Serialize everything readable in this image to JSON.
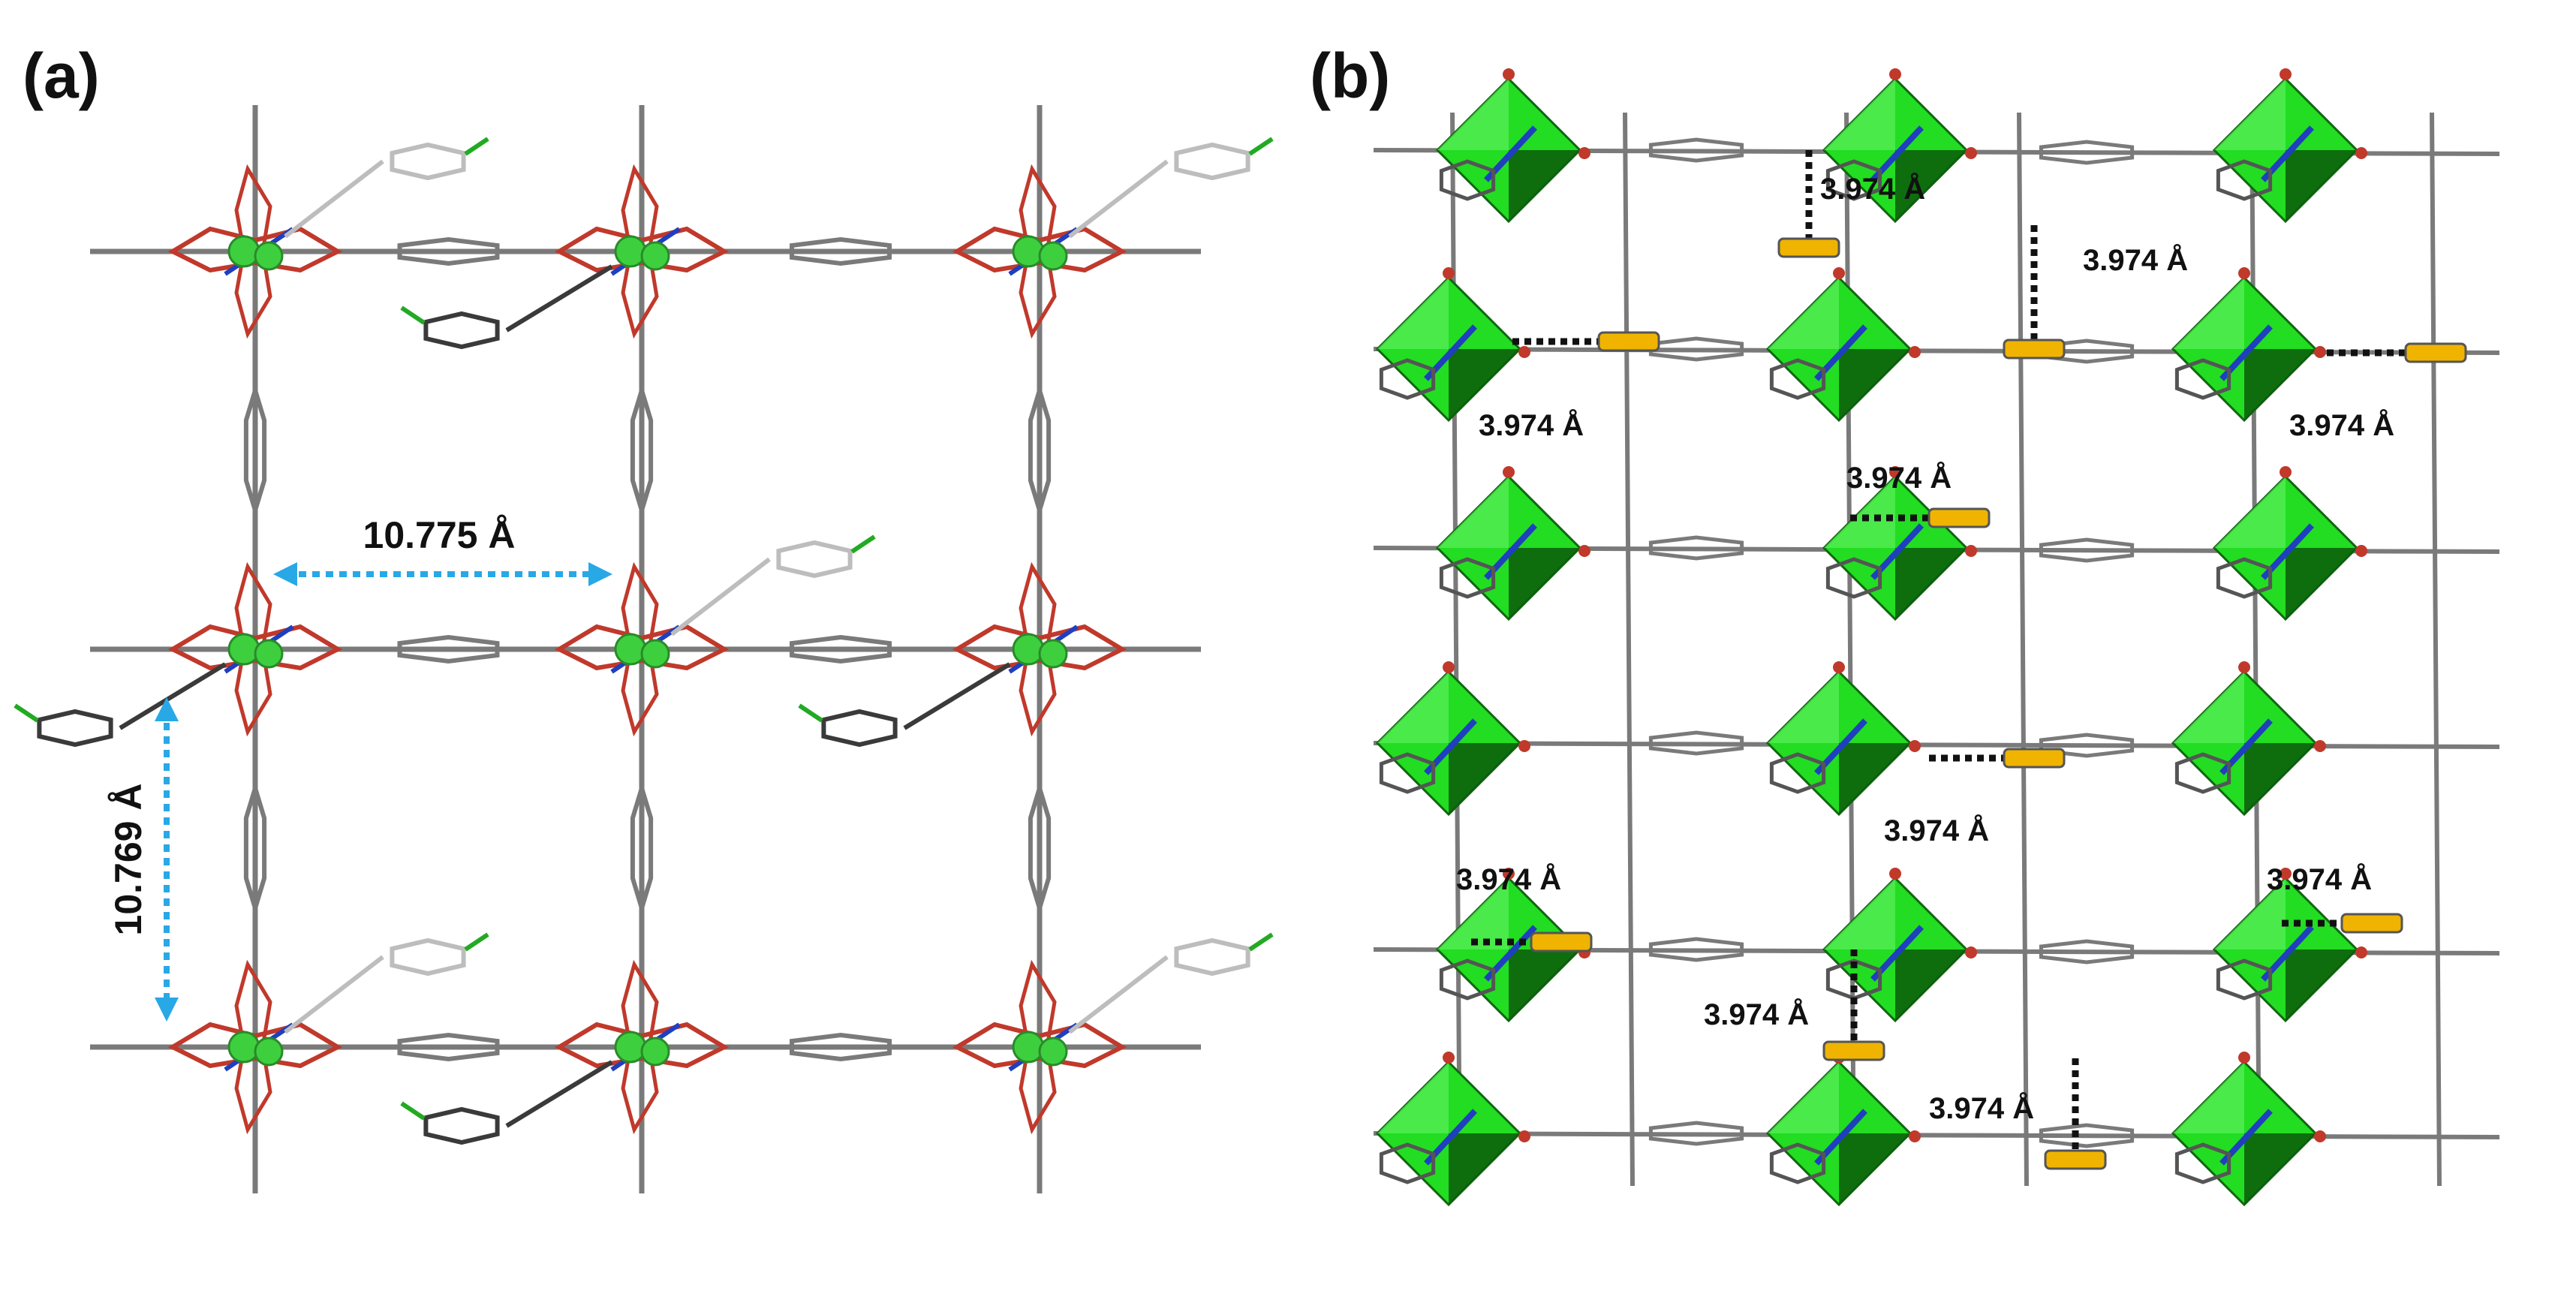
{
  "panels": [
    {
      "label": "(a)",
      "measurements": [
        {
          "text": "10.775 Å",
          "orientation": "horizontal"
        },
        {
          "text": "10.769 Å",
          "orientation": "vertical"
        }
      ]
    },
    {
      "label": "(b)",
      "contact_label": "3.974 Å",
      "contact_count": 10
    }
  ],
  "colors": {
    "framework": "#7a7a7a",
    "oxygen": "#c0392b",
    "nitrogen": "#1f3fbf",
    "metal_center": "#3ecf3e",
    "chlorine": "#22aa22",
    "polyhedron": "#22dd22",
    "highlight_ring": "#f0b400",
    "measure_arrow": "#29a8e6"
  }
}
